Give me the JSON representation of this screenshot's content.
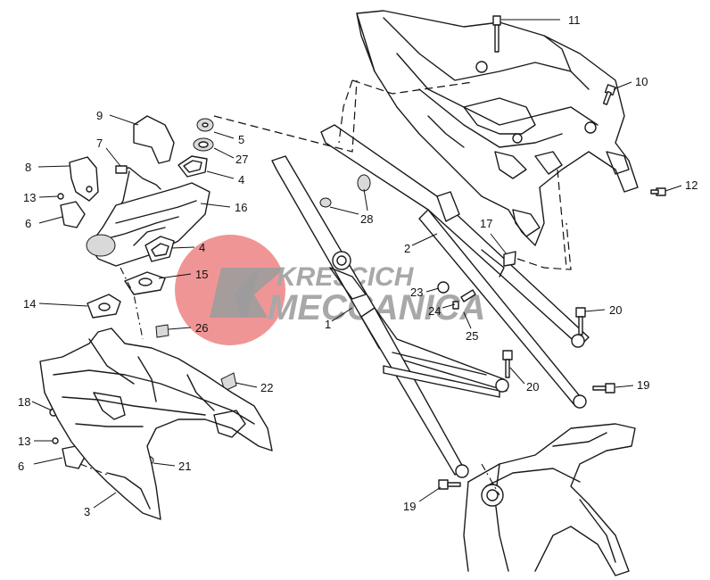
{
  "watermark": {
    "line1": "KREJCICH",
    "line2": "MECCANICA",
    "circle_color": "#e85a5a",
    "text_color": "#9a9a9a"
  },
  "callouts": [
    "1",
    "2",
    "3",
    "4",
    "4",
    "5",
    "6",
    "6",
    "7",
    "8",
    "9",
    "10",
    "11",
    "12",
    "13",
    "13",
    "14",
    "15",
    "16",
    "17",
    "18",
    "19",
    "19",
    "20",
    "20",
    "21",
    "22",
    "23",
    "24",
    "25",
    "26",
    "27",
    "28"
  ],
  "parts_icons": [
    "bolt-icon",
    "washer-icon",
    "grommet-icon",
    "rubber-pad-icon",
    "frame-icon"
  ]
}
